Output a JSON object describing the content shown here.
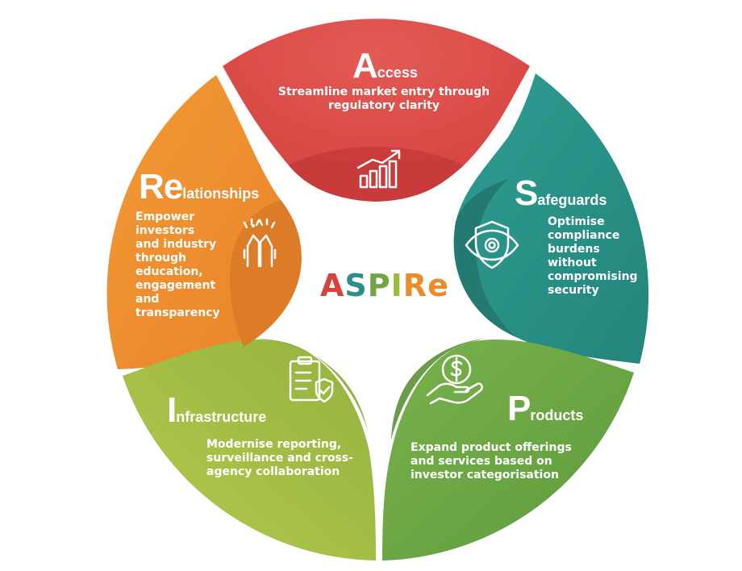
{
  "center": {
    "letters": [
      {
        "char": "A",
        "color": "#d9413f"
      },
      {
        "char": "S",
        "color": "#2a9087"
      },
      {
        "char": "P",
        "color": "#6fa63f"
      },
      {
        "char": "I",
        "color": "#9bbb3c"
      },
      {
        "char": "R",
        "color": "#ec8b2c"
      },
      {
        "char": "e",
        "color": "#ec8b2c"
      }
    ]
  },
  "segments": {
    "access": {
      "initial": "A",
      "rest": "ccess",
      "description": "Streamline market entry through\nregulatory clarity",
      "color": "#dd4b48",
      "icon": "growth-chart-icon"
    },
    "safeguards": {
      "initial": "S",
      "rest": "afeguards",
      "description": "Optimise\ncompliance\nburdens\nwithout\ncompromising\nsecurity",
      "color": "#2a978c",
      "icon": "shield-eye-icon"
    },
    "products": {
      "initial": "P",
      "rest": "roducts",
      "description": "Expand product offerings\nand services based on\ninvestor categorisation",
      "color": "#6ea844",
      "icon": "hand-dollar-icon"
    },
    "infrastructure": {
      "initial": "I",
      "rest": "nfrastructure",
      "description": "Modernise reporting,\nsurveillance and cross-\nagency collaboration",
      "color": "#a5bf45",
      "icon": "clipboard-check-icon"
    },
    "relationships": {
      "initial": "Re",
      "rest": "lationships",
      "description": "Empower\ninvestors\nand industry\nthrough\neducation,\nengagement\nand\ntransparency",
      "color": "#ee8e2f",
      "icon": "high-five-icon"
    }
  }
}
